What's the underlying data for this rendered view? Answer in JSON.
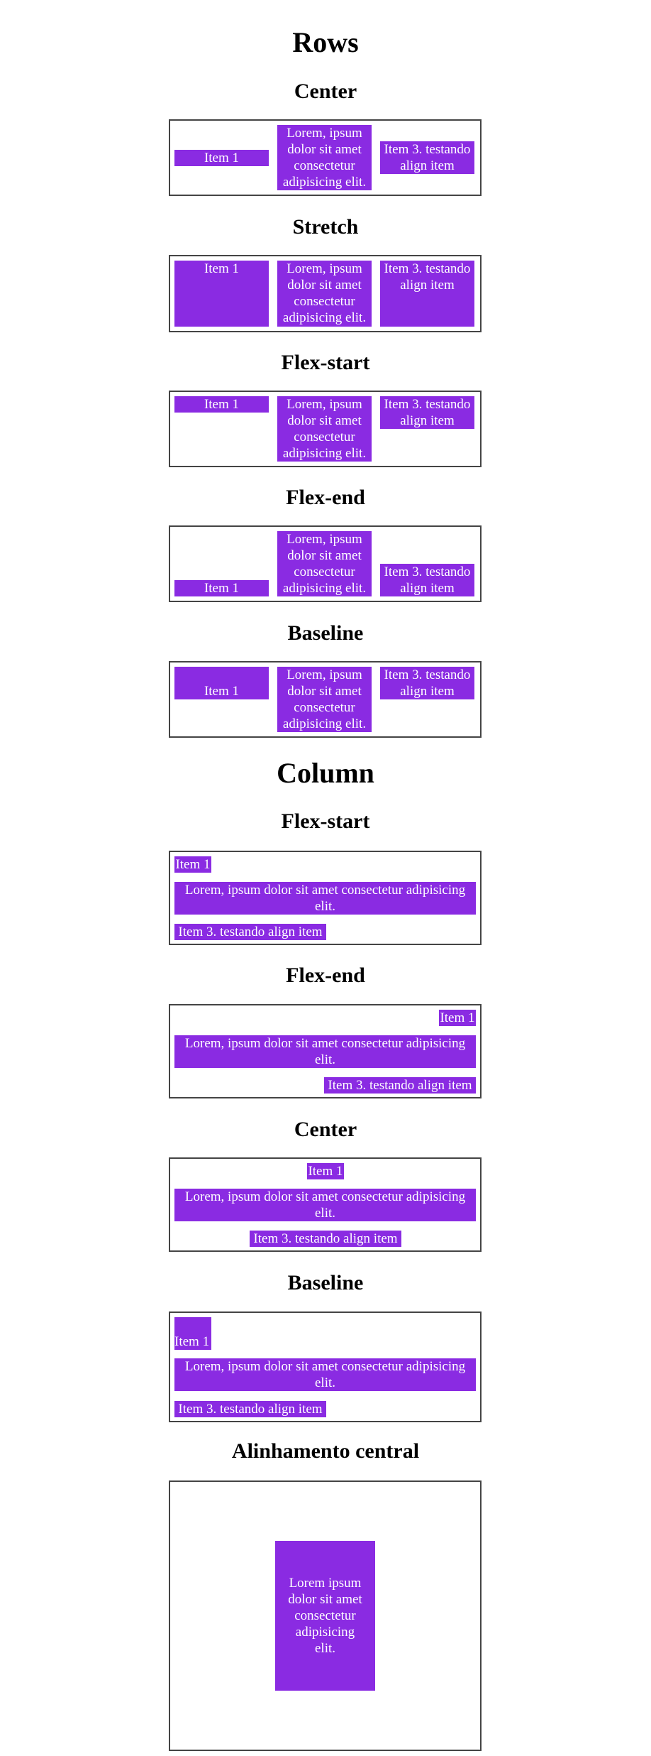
{
  "rows": {
    "title": "Rows",
    "center": "Center",
    "stretch": "Stretch",
    "flex_start": "Flex-start",
    "flex_end": "Flex-end",
    "baseline": "Baseline"
  },
  "column": {
    "title": "Column",
    "flex_start": "Flex-start",
    "flex_end": "Flex-end",
    "center": "Center",
    "baseline": "Baseline",
    "alinhamento": "Alinhamento central"
  },
  "items": {
    "item1": "Item 1",
    "lorem_short": "Lorem, ipsum dolor sit amet consectetur adipisicing elit.",
    "item3": "Item 3. testando align item",
    "lorem_central": "Lorem ipsum dolor sit amet consectetur adipisicing elit."
  },
  "colors": {
    "item_bg": "#8a2be2",
    "item_text": "#ffffff",
    "border": "#444444"
  }
}
